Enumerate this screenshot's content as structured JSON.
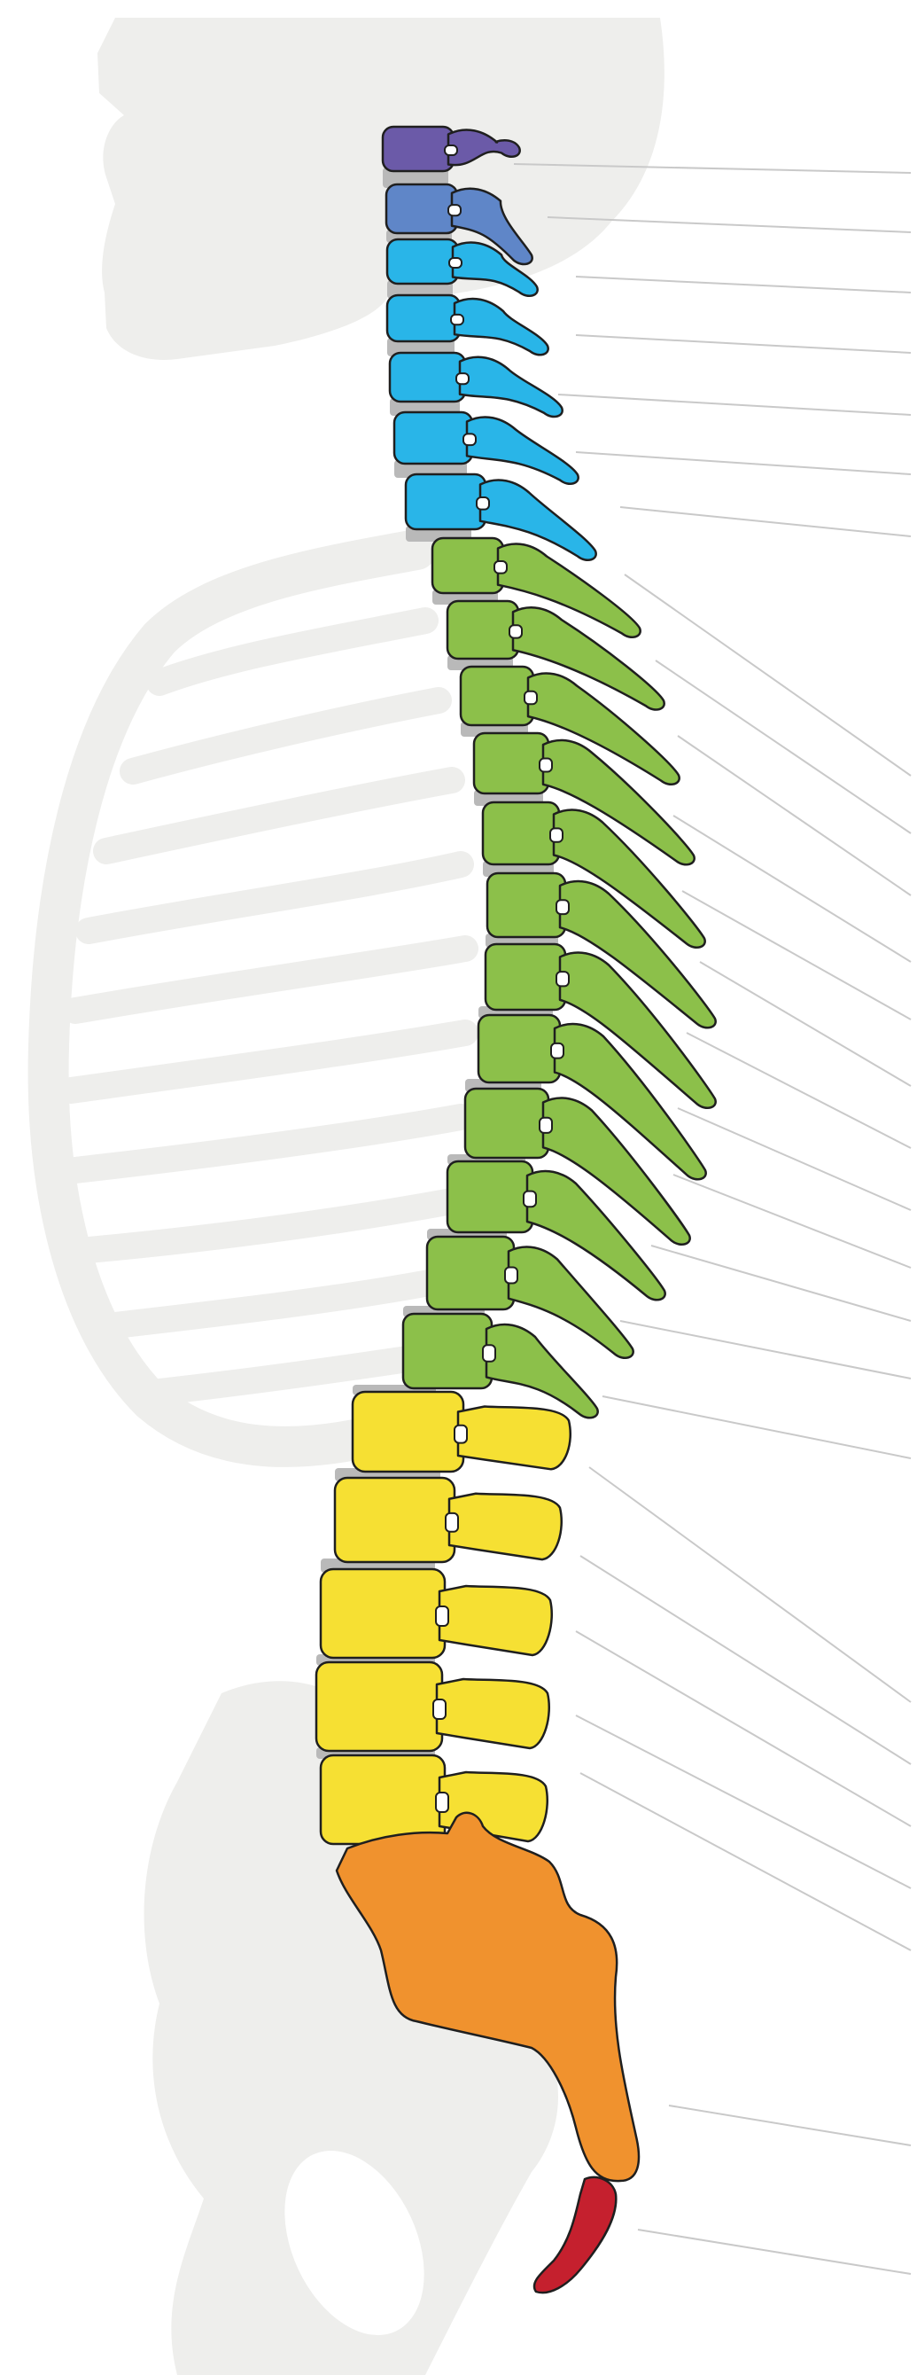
{
  "colors": {
    "background": "#ffffff",
    "silhouette": "#eeeeec",
    "disc": "#b9b9b9",
    "leader_line": "#c9c9c9",
    "outline": "#1f1f1f",
    "occiput": "#6b5aa8",
    "axis": "#5f86c8",
    "cervical": "#29b5e8",
    "thoracic": "#8cc04a",
    "lumbar": "#f6e033",
    "sacrum": "#f0922e",
    "coccyx": "#c5202e"
  },
  "groups": [
    {
      "key": "occiput",
      "color_key": "occiput",
      "count": 1
    },
    {
      "key": "axis",
      "color_key": "axis",
      "count": 1
    },
    {
      "key": "cervical",
      "color_key": "cervical",
      "count": 5
    },
    {
      "key": "thoracic",
      "color_key": "thoracic",
      "count": 12
    },
    {
      "key": "lumbar",
      "color_key": "lumbar",
      "count": 5
    },
    {
      "key": "sacrum",
      "color_key": "sacrum",
      "count": 1
    },
    {
      "key": "coccyx",
      "color_key": "coccyx",
      "count": 1
    }
  ],
  "labels": []
}
